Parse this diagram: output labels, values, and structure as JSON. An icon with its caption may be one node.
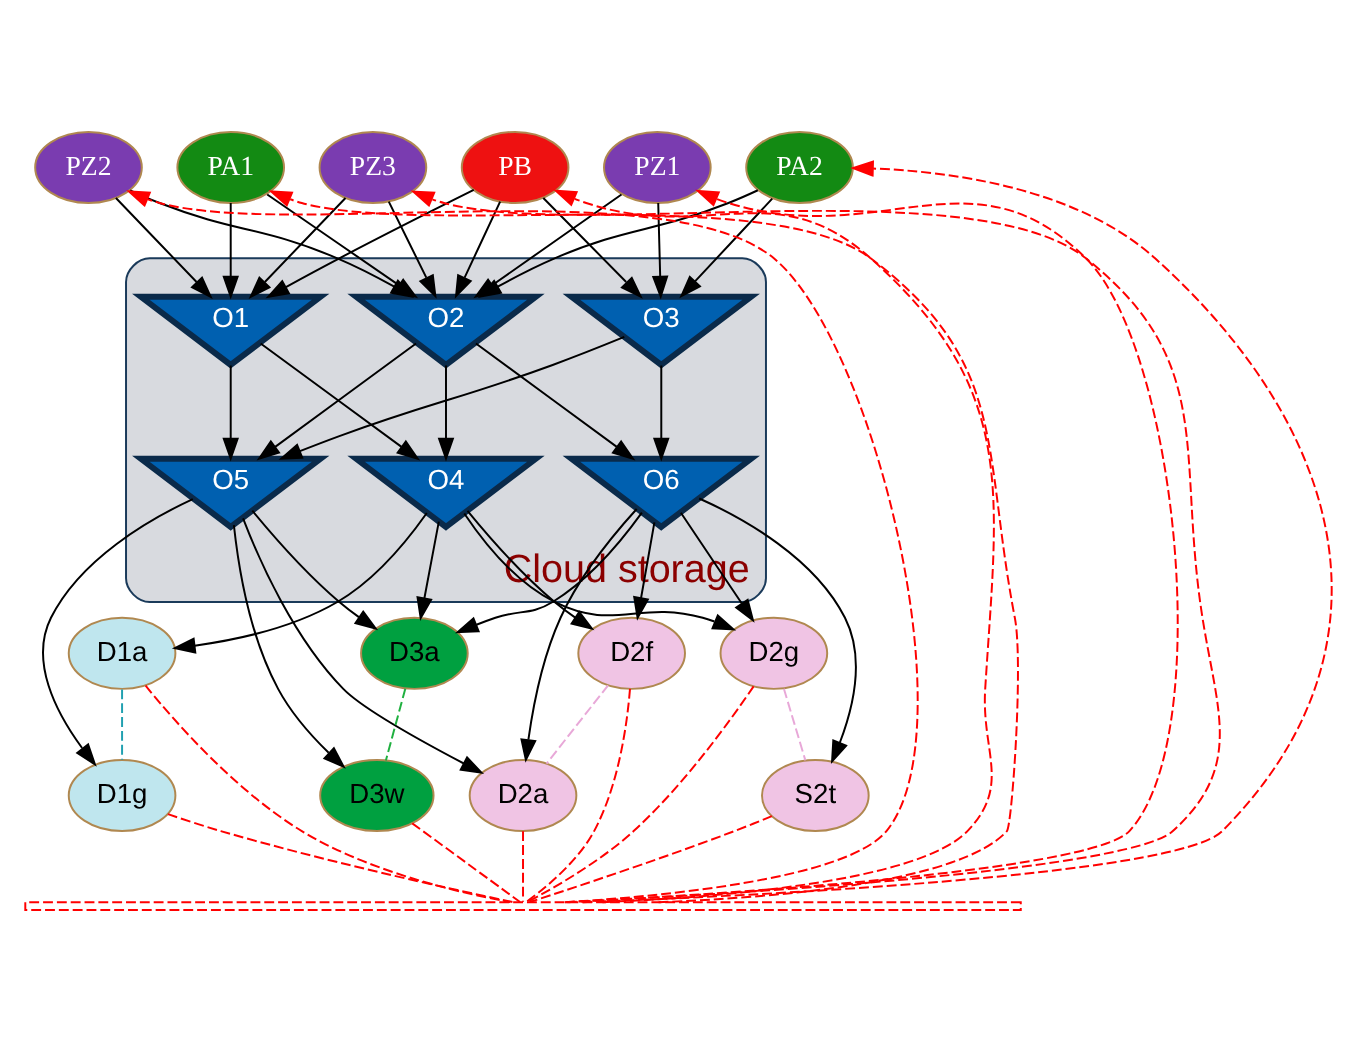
{
  "diagram": {
    "nodes": [
      {
        "text": [
          "Cloud storage"
        ]
      },
      {
        "text": [
          "PZ2"
        ]
      },
      {
        "text": [
          "PB"
        ]
      },
      {
        "text": [
          "PA1"
        ]
      },
      {
        "text": [
          "PZ1"
        ]
      },
      {
        "text": [
          "PZ3"
        ]
      },
      {
        "text": [
          "PA2"
        ]
      },
      {
        "text": [
          "O1"
        ],
        "in": 0
      },
      {
        "text": [
          "O2"
        ],
        "in": 0
      },
      {
        "text": [
          "O3"
        ],
        "in": 0
      },
      {
        "text": [
          "O4"
        ],
        "in": 0
      },
      {
        "text": [
          "O5"
        ],
        "in": 0
      },
      {
        "text": [
          "O6"
        ],
        "in": 0
      },
      {
        "text": [
          "D2f"
        ]
      },
      {
        "text": [
          "S2t"
        ]
      },
      {
        "text": [
          "D2g"
        ]
      },
      {
        "text": [
          "D3w"
        ]
      },
      {
        "text": [
          "D2a"
        ]
      },
      {
        "text": [
          "D1a"
        ]
      },
      {
        "text": [
          "D1g"
        ]
      },
      {
        "text": [
          "D3a"
        ]
      },
      {
        "text": [],
        "shape": "bar"
      }
    ],
    "edges": [
      {
        "from": 1,
        "to": 7,
        "arrow": "to"
      },
      {
        "from": 1,
        "to": 8,
        "arrow": "to"
      },
      {
        "from": 2,
        "to": 7,
        "arrow": "to"
      },
      {
        "from": 2,
        "to": 8,
        "arrow": "to"
      },
      {
        "from": 2,
        "to": 9,
        "arrow": "to"
      },
      {
        "from": 3,
        "to": 7,
        "arrow": "to"
      },
      {
        "from": 3,
        "to": 8,
        "arrow": "to"
      },
      {
        "from": 5,
        "to": 7,
        "arrow": "to"
      },
      {
        "from": 5,
        "to": 8,
        "arrow": "to"
      },
      {
        "from": 4,
        "to": 8,
        "arrow": "to"
      },
      {
        "from": 4,
        "to": 9,
        "arrow": "to"
      },
      {
        "from": 6,
        "to": 8,
        "arrow": "to"
      },
      {
        "from": 6,
        "to": 9,
        "arrow": "to"
      },
      {
        "from": 7,
        "to": 10,
        "arrow": "to"
      },
      {
        "from": 7,
        "to": 11,
        "arrow": "to"
      },
      {
        "from": 8,
        "to": 10,
        "arrow": "to"
      },
      {
        "from": 8,
        "to": 11,
        "arrow": "to"
      },
      {
        "from": 8,
        "to": 12,
        "arrow": "to"
      },
      {
        "from": 9,
        "to": 11,
        "arrow": "to"
      },
      {
        "from": 9,
        "to": 12,
        "arrow": "to"
      },
      {
        "from": 10,
        "to": 13,
        "arrow": "to"
      },
      {
        "from": 10,
        "to": 15,
        "arrow": "to"
      },
      {
        "from": 10,
        "to": 18,
        "arrow": "to"
      },
      {
        "from": 10,
        "to": 20,
        "arrow": "to"
      },
      {
        "from": 11,
        "to": 17,
        "arrow": "to"
      },
      {
        "from": 11,
        "to": 19,
        "arrow": "to"
      },
      {
        "from": 11,
        "to": 20,
        "arrow": "to"
      },
      {
        "from": 11,
        "to": 16,
        "arrow": "to"
      },
      {
        "from": 12,
        "to": 13,
        "arrow": "to"
      },
      {
        "from": 12,
        "to": 14,
        "arrow": "to"
      },
      {
        "from": 12,
        "to": 17,
        "arrow": "to"
      },
      {
        "from": 12,
        "to": 15,
        "arrow": "to"
      },
      {
        "from": 12,
        "to": 20,
        "arrow": "to"
      },
      {
        "from": 13,
        "to": 17,
        "arrow": "none",
        "style": "dashed",
        "color": "#e8a8d8"
      },
      {
        "from": 15,
        "to": 14,
        "arrow": "none",
        "style": "dashed",
        "color": "#e8a8d8"
      },
      {
        "from": 18,
        "to": 19,
        "arrow": "none",
        "style": "dashed",
        "color": "#20a0b0"
      },
      {
        "from": 20,
        "to": 16,
        "arrow": "none",
        "style": "dashed",
        "color": "#20b040"
      },
      {
        "from": 13,
        "to": 21,
        "arrow": "none",
        "style": "dashed",
        "color": "#ff0000"
      },
      {
        "from": 14,
        "to": 21,
        "arrow": "none",
        "style": "dashed",
        "color": "#ff0000"
      },
      {
        "from": 15,
        "to": 21,
        "arrow": "none",
        "style": "dashed",
        "color": "#ff0000"
      },
      {
        "from": 16,
        "to": 21,
        "arrow": "none",
        "style": "dashed",
        "color": "#ff0000"
      },
      {
        "from": 17,
        "to": 21,
        "arrow": "none",
        "style": "dashed",
        "color": "#ff0000"
      },
      {
        "from": 18,
        "to": 21,
        "arrow": "none",
        "style": "dashed",
        "color": "#ff0000"
      },
      {
        "from": 19,
        "to": 21,
        "arrow": "none",
        "style": "dashed",
        "color": "#ff0000"
      },
      {
        "from": 21,
        "to": 5,
        "arrow": "to",
        "style": "dashed",
        "color": "#ff0000"
      },
      {
        "from": 21,
        "to": 3,
        "arrow": "to",
        "style": "dashed",
        "color": "#ff0000"
      },
      {
        "from": 21,
        "to": 1,
        "arrow": "to",
        "style": "dashed",
        "color": "#ff0000"
      },
      {
        "from": 21,
        "to": 2,
        "arrow": "to",
        "style": "dashed",
        "color": "#ff0000"
      },
      {
        "from": 21,
        "to": 4,
        "arrow": "to",
        "style": "dashed",
        "color": "#ff0000"
      },
      {
        "from": 21,
        "to": 6,
        "arrow": "to",
        "style": "dashed",
        "color": "#ff0000"
      }
    ]
  }
}
